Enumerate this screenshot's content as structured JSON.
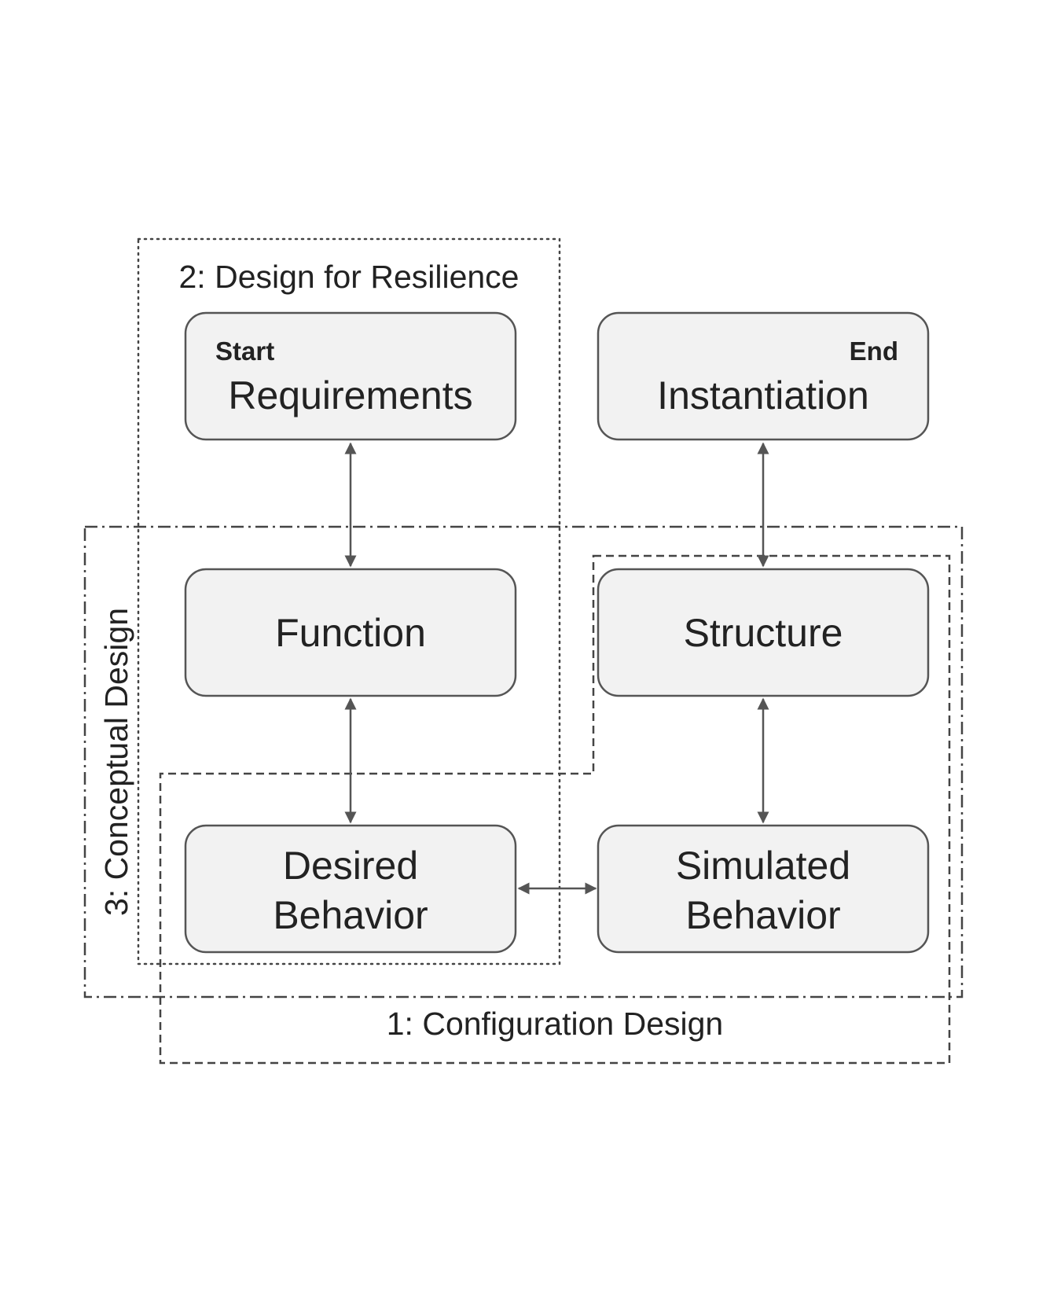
{
  "regions": {
    "resilience": {
      "label": "2: Design for Resilience"
    },
    "conceptual": {
      "label": "3: Conceptual Design"
    },
    "configuration": {
      "label": "1: Configuration Design"
    }
  },
  "nodes": {
    "requirements": {
      "label": "Requirements",
      "tag": "Start"
    },
    "instantiation": {
      "label": "Instantiation",
      "tag": "End"
    },
    "function": {
      "label": "Function"
    },
    "structure": {
      "label": "Structure"
    },
    "desired_behavior": {
      "line1": "Desired",
      "line2": "Behavior"
    },
    "simulated_behavior": {
      "line1": "Simulated",
      "line2": "Behavior"
    }
  },
  "colors": {
    "box_fill": "#f2f2f2",
    "stroke": "#555555",
    "text": "#222222"
  }
}
